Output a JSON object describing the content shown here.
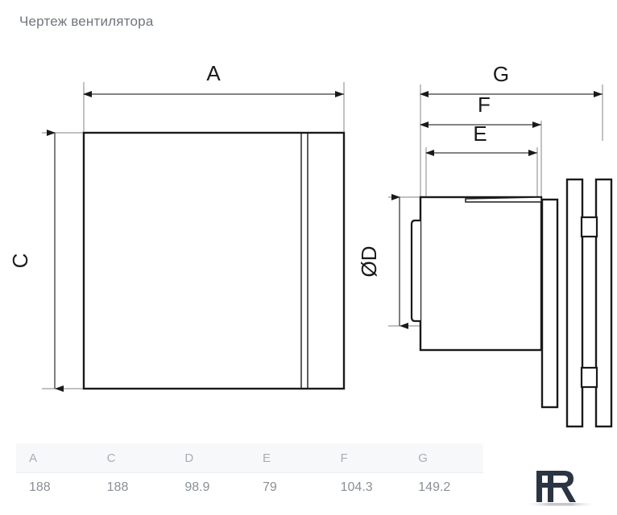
{
  "page": {
    "title": "Чертеж вентилятора"
  },
  "drawing": {
    "front_view": {
      "dimension_width_label": "A",
      "dimension_height_label": "C"
    },
    "side_view": {
      "dimension_total_label": "G",
      "dimension_mid_label": "F",
      "dimension_inner_label": "E",
      "dimension_diameter_label": "ØD"
    }
  },
  "spec_table": {
    "headers": [
      "A",
      "C",
      "D",
      "E",
      "F",
      "G"
    ],
    "rows": [
      [
        "188",
        "188",
        "98.9",
        "79",
        "104.3",
        "149.2"
      ]
    ]
  },
  "logo": {
    "name": "FR"
  },
  "colors": {
    "title": "#6f767d",
    "line": "#1a1a1a",
    "dim_line": "#808080",
    "table_header_bg": "#f7f8f9",
    "table_text": "#9aa0a6",
    "logo": "#2b3442"
  }
}
